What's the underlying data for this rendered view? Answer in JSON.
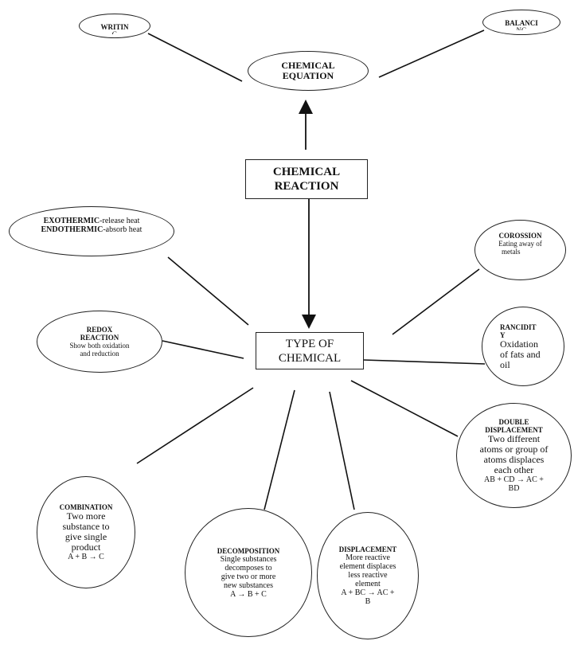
{
  "nodes": {
    "writing": {
      "text": "WRITIN",
      "sub": "G"
    },
    "balancing": {
      "text": "BALANCI",
      "sub": "NG"
    },
    "equation": {
      "lines": [
        "CHEMICAL",
        "EQUATION"
      ]
    },
    "reaction": {
      "lines": [
        "CHEMICAL",
        "REACTION"
      ]
    },
    "exo_endo": {
      "exo_title": "EXOTHERMIC",
      "exo_desc": "-release heat",
      "endo_title": "ENDOTHERMIC",
      "endo_desc": "-absorb heat"
    },
    "corrosion": {
      "title": "COROSSION",
      "desc": [
        "Eating away of",
        "metals"
      ]
    },
    "redox": {
      "title": [
        "REDOX",
        "REACTION"
      ],
      "desc": [
        "Show both oxidation",
        "and reduction"
      ]
    },
    "type": {
      "lines": [
        "TYPE OF",
        "CHEMICAL"
      ]
    },
    "rancidity": {
      "title": [
        "RANCIDIT",
        "Y"
      ],
      "desc": [
        "Oxidation",
        "of fats and",
        "oil"
      ]
    },
    "double_displacement": {
      "title": [
        "DOUBLE",
        "DISPLACEMENT"
      ],
      "desc": [
        "Two different",
        "atoms or group of",
        "atoms displaces",
        "each other"
      ],
      "formula": [
        "AB + CD → AC +",
        "BD"
      ]
    },
    "combination": {
      "title": "COMBINATION",
      "desc": [
        "Two more",
        "substance to",
        "give single",
        "product"
      ],
      "formula": "A + B → C"
    },
    "decomposition": {
      "title": "DECOMPOSITION",
      "desc": [
        "Single substances",
        "decomposes to",
        "give two or more",
        "new substances"
      ],
      "formula": "A → B + C"
    },
    "displacement": {
      "title": "DISPLACEMENT",
      "desc": [
        "More reactive",
        "element displaces",
        "less reactive",
        "element"
      ],
      "formula": [
        "A + BC → AC +",
        "B"
      ]
    }
  }
}
